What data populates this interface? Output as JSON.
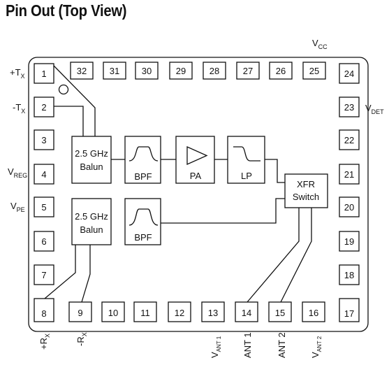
{
  "title": "Pin Out (Top View)",
  "pins": {
    "p1": "1",
    "p2": "2",
    "p3": "3",
    "p4": "4",
    "p5": "5",
    "p6": "6",
    "p7": "7",
    "p8": "8",
    "p9": "9",
    "p10": "10",
    "p11": "11",
    "p12": "12",
    "p13": "13",
    "p14": "14",
    "p15": "15",
    "p16": "16",
    "p17": "17",
    "p18": "18",
    "p19": "19",
    "p20": "20",
    "p21": "21",
    "p22": "22",
    "p23": "23",
    "p24": "24",
    "p25": "25",
    "p26": "26",
    "p27": "27",
    "p28": "28",
    "p29": "29",
    "p30": "30",
    "p31": "31",
    "p32": "32"
  },
  "signals": {
    "tx_plus_main": "+T",
    "tx_plus_sub": "X",
    "tx_minus_main": "-T",
    "tx_minus_sub": "X",
    "vreg_main": "V",
    "vreg_sub": "REG",
    "vpe_main": "V",
    "vpe_sub": "PE",
    "vcc_main": "V",
    "vcc_sub": "CC",
    "vdet_main": "V",
    "vdet_sub": "DET",
    "rx_plus_main": "+R",
    "rx_plus_sub": "X",
    "rx_minus_main": "-R",
    "rx_minus_sub": "X",
    "vant1_main": "V",
    "vant1_sub": "ANT 1",
    "ant1": "ANT 1",
    "ant2": "ANT 2",
    "vant2_main": "V",
    "vant2_sub": "ANT 2"
  },
  "blocks": {
    "balun_tx_line1": "2.5 GHz",
    "balun_tx_line2": "Balun",
    "bpf_tx": "BPF",
    "pa": "PA",
    "lp": "LP",
    "xfr_line1": "XFR",
    "xfr_line2": "Switch",
    "balun_rx_line1": "2.5 GHz",
    "balun_rx_line2": "Balun",
    "bpf_rx": "BPF"
  }
}
